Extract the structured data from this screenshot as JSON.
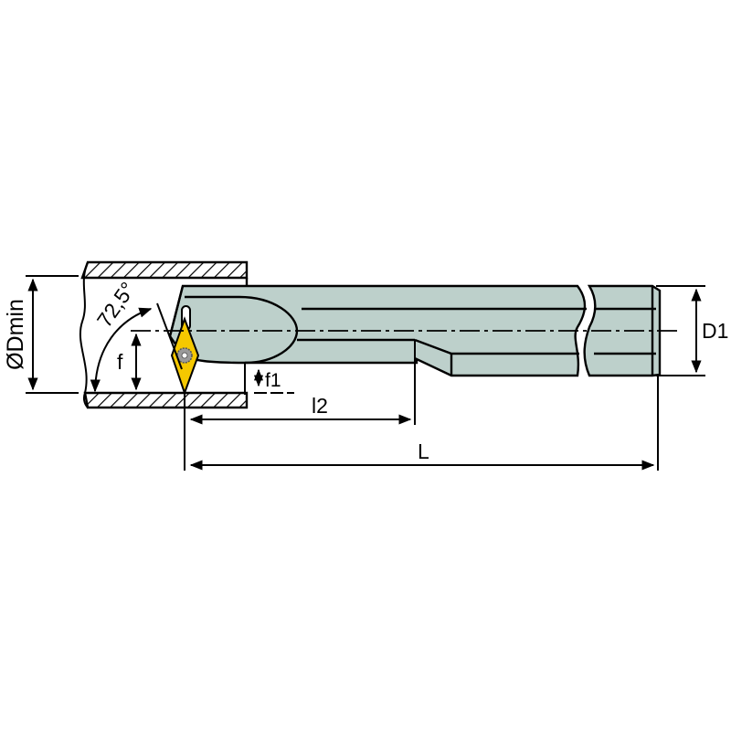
{
  "diagram": {
    "type": "technical-drawing",
    "subject": "boring bar with rhombic insert",
    "colors": {
      "body_fill": "#bdd0cb",
      "insert_fill": "#f5c800",
      "screw_fill": "#9a9a9a",
      "stroke": "#000000",
      "background": "#ffffff"
    },
    "labels": {
      "angle": "72,5°",
      "min_bore_diameter": "ØDmin",
      "height_f": "f",
      "offset_f1": "f1",
      "length_l2": "l2",
      "overall_length": "L",
      "shank_diameter": "D1"
    }
  }
}
